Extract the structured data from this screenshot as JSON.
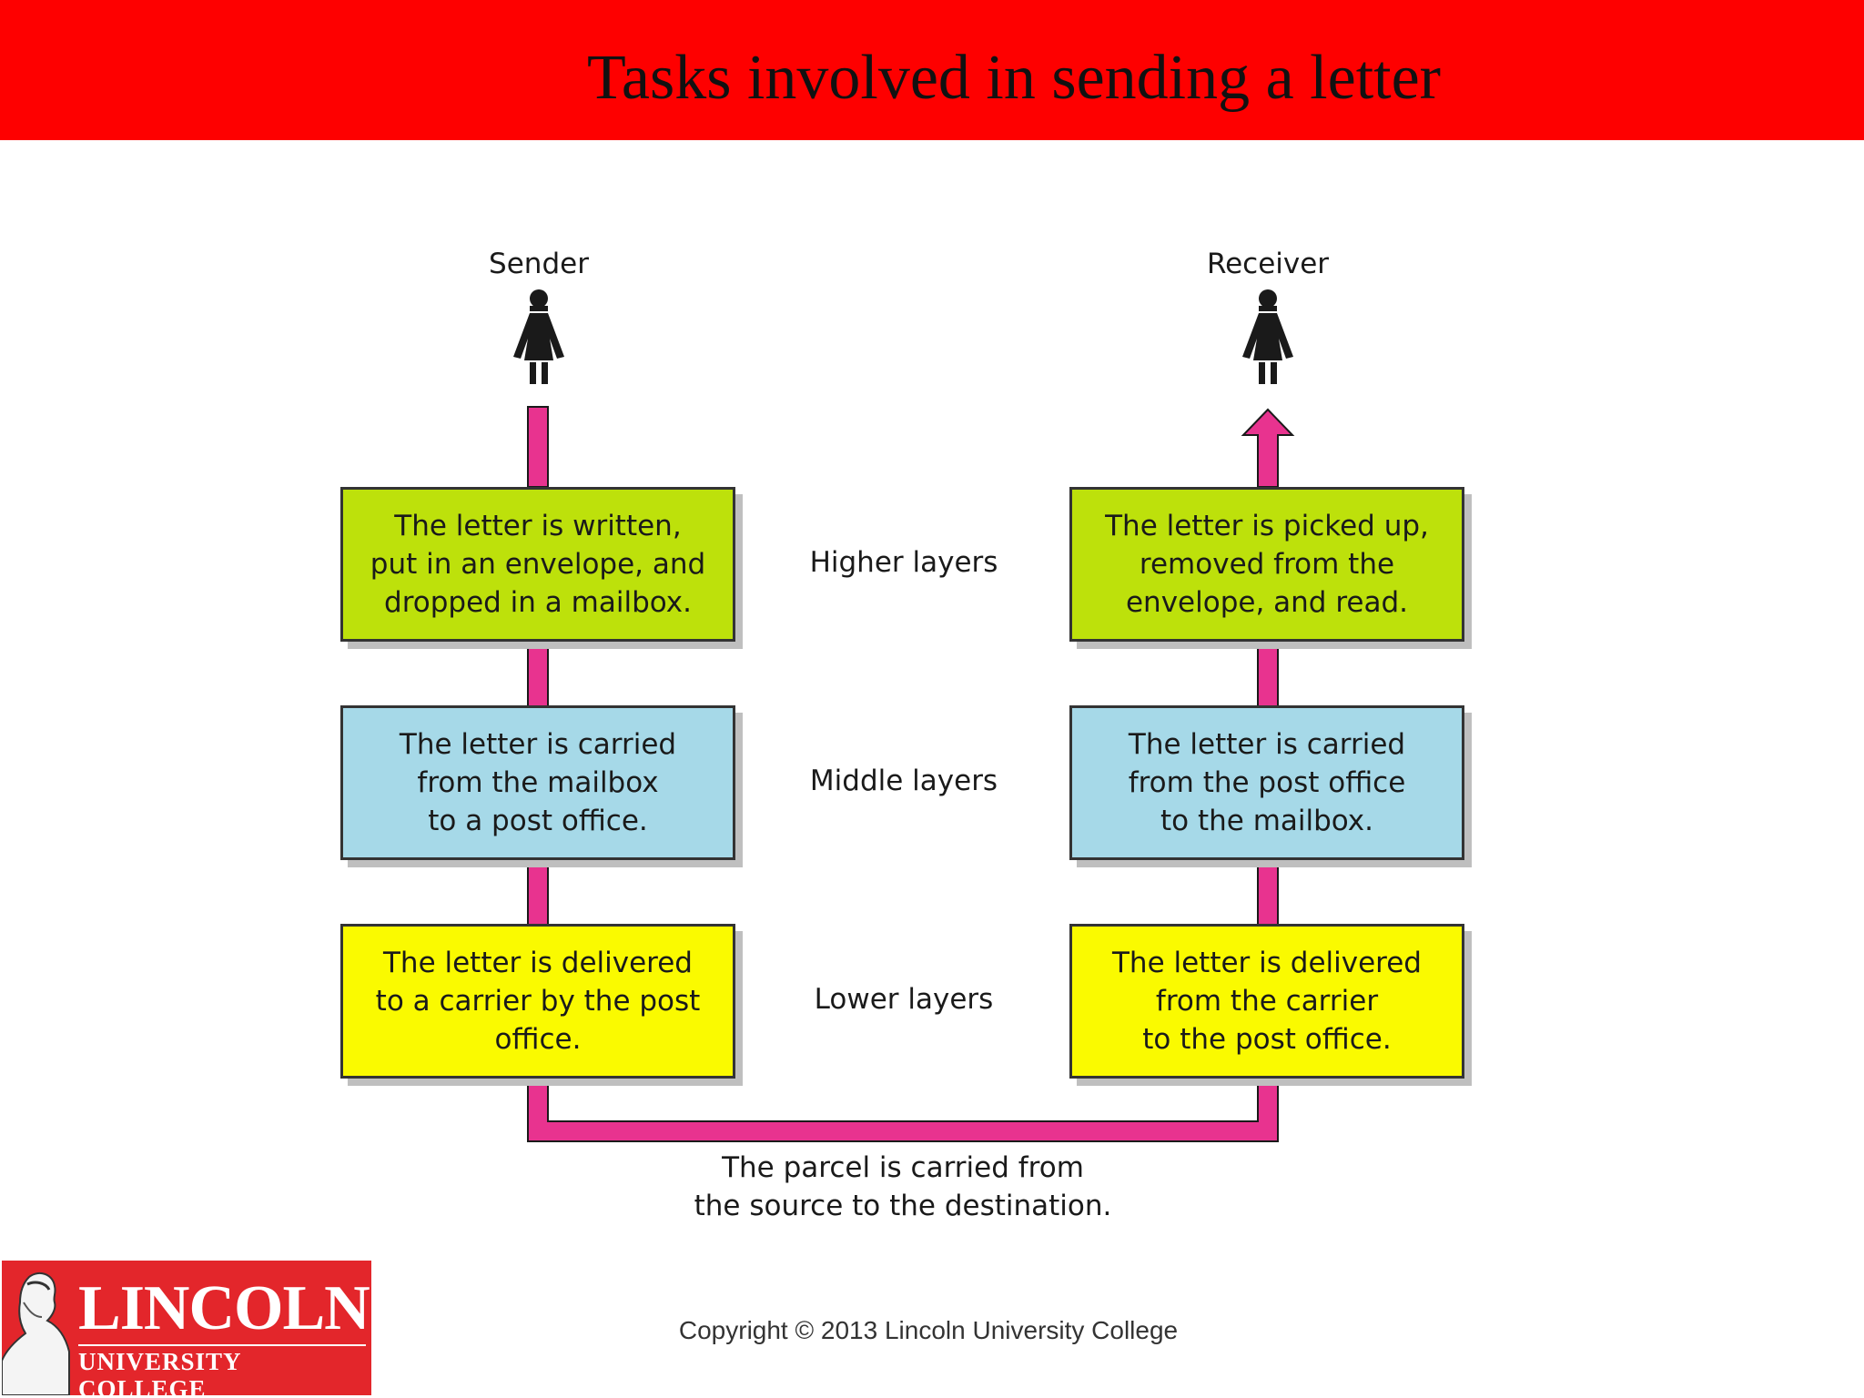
{
  "header": {
    "title": "Tasks involved in sending a letter"
  },
  "diagram": {
    "sender_label": "Sender",
    "receiver_label": "Receiver",
    "layers": [
      {
        "name": "Higher layers",
        "sender_text": "The letter is written,\nput in an envelope, and\ndropped in a mailbox.",
        "receiver_text": "The letter is picked up,\nremoved from the\nenvelope, and read.",
        "color": "#bde10b"
      },
      {
        "name": "Middle layers",
        "sender_text": "The letter is carried\nfrom the mailbox\nto a post office.",
        "receiver_text": "The letter is carried\nfrom the post office\nto the mailbox.",
        "color": "#a6d9e8"
      },
      {
        "name": "Lower layers",
        "sender_text": "The letter is delivered\nto a carrier by the post\noffice.",
        "receiver_text": "The letter is delivered\nfrom the carrier\nto the post office.",
        "color": "#fafa00"
      }
    ],
    "transport_caption": "The parcel is carried from\nthe source to the destination.",
    "path_color": "#e8338f"
  },
  "footer": {
    "copyright": "Copyright © 2013 Lincoln University College",
    "logo_name": "LINCOLN",
    "logo_subtitle": "UNIVERSITY COLLEGE"
  },
  "colors": {
    "title_bar": "#fe0000",
    "logo_bg": "#e3262b"
  }
}
